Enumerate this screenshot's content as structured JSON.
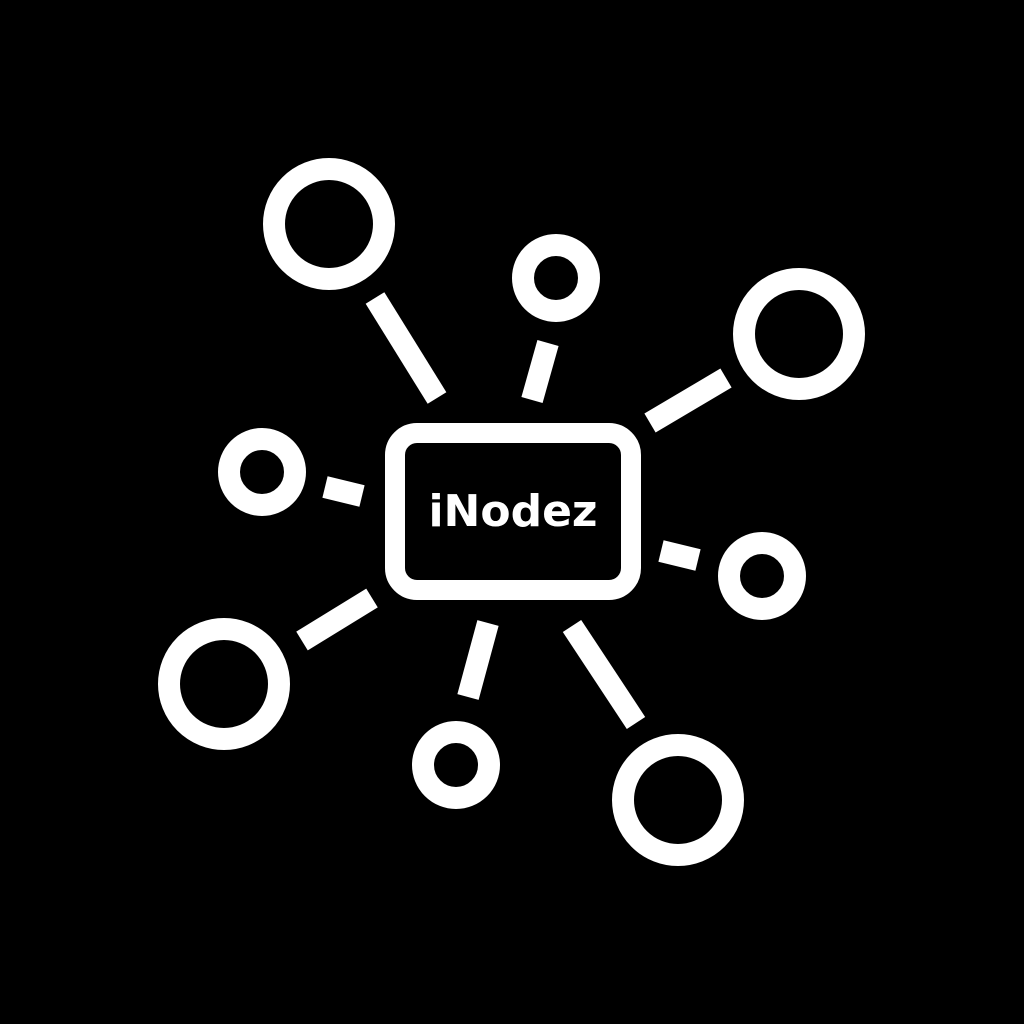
{
  "logo": {
    "text": "iNodez",
    "colors": {
      "background": "#000000",
      "foreground": "#ffffff"
    },
    "satellite_nodes": [
      {
        "name": "top-left-node",
        "size": "large"
      },
      {
        "name": "top-node",
        "size": "small"
      },
      {
        "name": "top-right-node",
        "size": "large"
      },
      {
        "name": "left-node",
        "size": "small"
      },
      {
        "name": "right-node",
        "size": "small"
      },
      {
        "name": "bottom-left-node",
        "size": "large"
      },
      {
        "name": "bottom-node",
        "size": "small"
      },
      {
        "name": "bottom-right-node",
        "size": "large"
      }
    ]
  }
}
